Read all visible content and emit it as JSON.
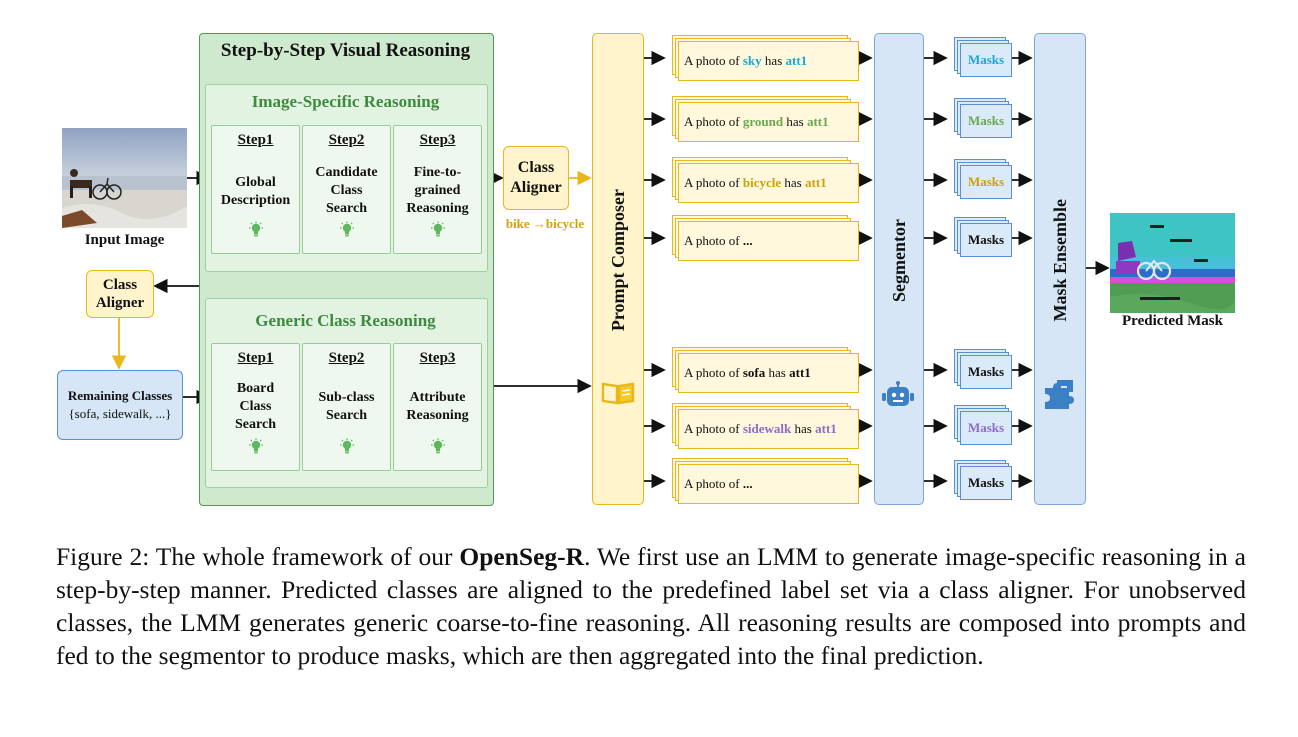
{
  "input_image": {
    "label": "Input Image"
  },
  "predicted_mask": {
    "label": "Predicted Mask"
  },
  "visual_reasoning": {
    "title": "Step-by-Step Visual Reasoning",
    "image_specific": {
      "title": "Image-Specific Reasoning",
      "steps": [
        {
          "title": "Step1",
          "lines": [
            "Global",
            "Description"
          ]
        },
        {
          "title": "Step2",
          "lines": [
            "Candidate",
            "Class",
            "Search"
          ]
        },
        {
          "title": "Step3",
          "lines": [
            "Fine-to-",
            "grained",
            "Reasoning"
          ]
        }
      ]
    },
    "generic": {
      "title": "Generic Class Reasoning",
      "steps": [
        {
          "title": "Step1",
          "lines": [
            "Board",
            "Class",
            "Search"
          ]
        },
        {
          "title": "Step2",
          "lines": [
            "Sub-class",
            "Search"
          ]
        },
        {
          "title": "Step3",
          "lines": [
            "Attribute",
            "Reasoning"
          ]
        }
      ]
    }
  },
  "class_aligner_top": {
    "lines": [
      "Class",
      "Aligner"
    ],
    "example": "bike →bicycle"
  },
  "class_aligner_left": {
    "lines": [
      "Class",
      "Aligner"
    ]
  },
  "remaining_classes": {
    "title": "Remaining Classes",
    "items": "{sofa, sidewalk, ...}"
  },
  "prompt_composer": {
    "label": "Prompt Composer"
  },
  "segmentor": {
    "label": "Segmentor"
  },
  "mask_ensemble": {
    "label": "Mask Ensemble"
  },
  "prompts": [
    {
      "prefix": "A photo of ",
      "cls": "sky",
      "mid": " has ",
      "att": "att1",
      "color": "#1aa7d8"
    },
    {
      "prefix": "A photo of ",
      "cls": "ground",
      "mid": " has ",
      "att": "att1",
      "color": "#6aa84f"
    },
    {
      "prefix": "A photo of ",
      "cls": "bicycle",
      "mid": " has ",
      "att": "att1",
      "color": "#c9a20a"
    },
    {
      "prefix": "A photo of ",
      "cls": "...",
      "mid": "",
      "att": "",
      "color": "#111111"
    },
    {
      "prefix": "A photo of ",
      "cls": "sofa",
      "mid": " has ",
      "att": "att1",
      "color": "#111111"
    },
    {
      "prefix": "A photo of ",
      "cls": "sidewalk",
      "mid": " has ",
      "att": "att1",
      "color": "#8e6cc9"
    },
    {
      "prefix": "A photo of ",
      "cls": "...",
      "mid": "",
      "att": "",
      "color": "#111111"
    }
  ],
  "masks": [
    {
      "label": "Masks",
      "color": "#1aa7d8"
    },
    {
      "label": "Masks",
      "color": "#6aa84f"
    },
    {
      "label": "Masks",
      "color": "#c9a20a"
    },
    {
      "label": "Masks",
      "color": "#111111"
    },
    {
      "label": "Masks",
      "color": "#111111"
    },
    {
      "label": "Masks",
      "color": "#8e6cc9"
    },
    {
      "label": "Masks",
      "color": "#111111"
    }
  ],
  "caption": {
    "figure_label": "Figure 2:",
    "part1": " The whole framework of our ",
    "method": "OpenSeg-R",
    "part2": ". We first use an LMM to generate image-specific reasoning in a step-by-step manner. Predicted classes are aligned to the predefined label set via a class aligner. For unobserved classes, the LMM generates generic coarse-to-fine reasoning. All reasoning results are composed into prompts and fed to the segmentor to produce masks, which are then aggregated into the final prediction."
  },
  "colors": {
    "green_dark": "#3e8a3e",
    "yellow_accent": "#e8b818",
    "blue_border": "#7aa6d8"
  }
}
